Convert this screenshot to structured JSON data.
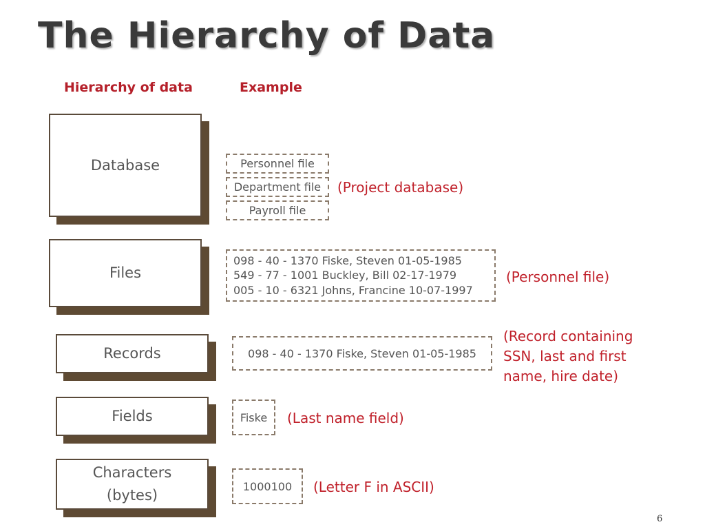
{
  "title": "The Hierarchy of Data",
  "headers": {
    "hierarchy": "Hierarchy of data",
    "example": "Example"
  },
  "levels": {
    "database": {
      "label": "Database",
      "examples": [
        "Personnel file",
        "Department file",
        "Payroll file"
      ],
      "note": "(Project database)"
    },
    "files": {
      "label": "Files",
      "lines": [
        "098 - 40 - 1370 Fiske, Steven 01-05-1985",
        "549 - 77 - 1001 Buckley, Bill 02-17-1979",
        "005 - 10 - 6321 Johns, Francine 10-07-1997"
      ],
      "note": "(Personnel file)"
    },
    "records": {
      "label": "Records",
      "example": "098 - 40 - 1370 Fiske, Steven 01-05-1985",
      "note_lines": [
        "(Record containing",
        "SSN, last and first",
        "name, hire date)"
      ]
    },
    "fields": {
      "label": "Fields",
      "example": "Fiske",
      "note": "(Last name field)"
    },
    "characters": {
      "label_lines": [
        "Characters",
        "(bytes)"
      ],
      "example": "1000100",
      "note": "(Letter F in ASCII)"
    }
  },
  "page_number": "6"
}
